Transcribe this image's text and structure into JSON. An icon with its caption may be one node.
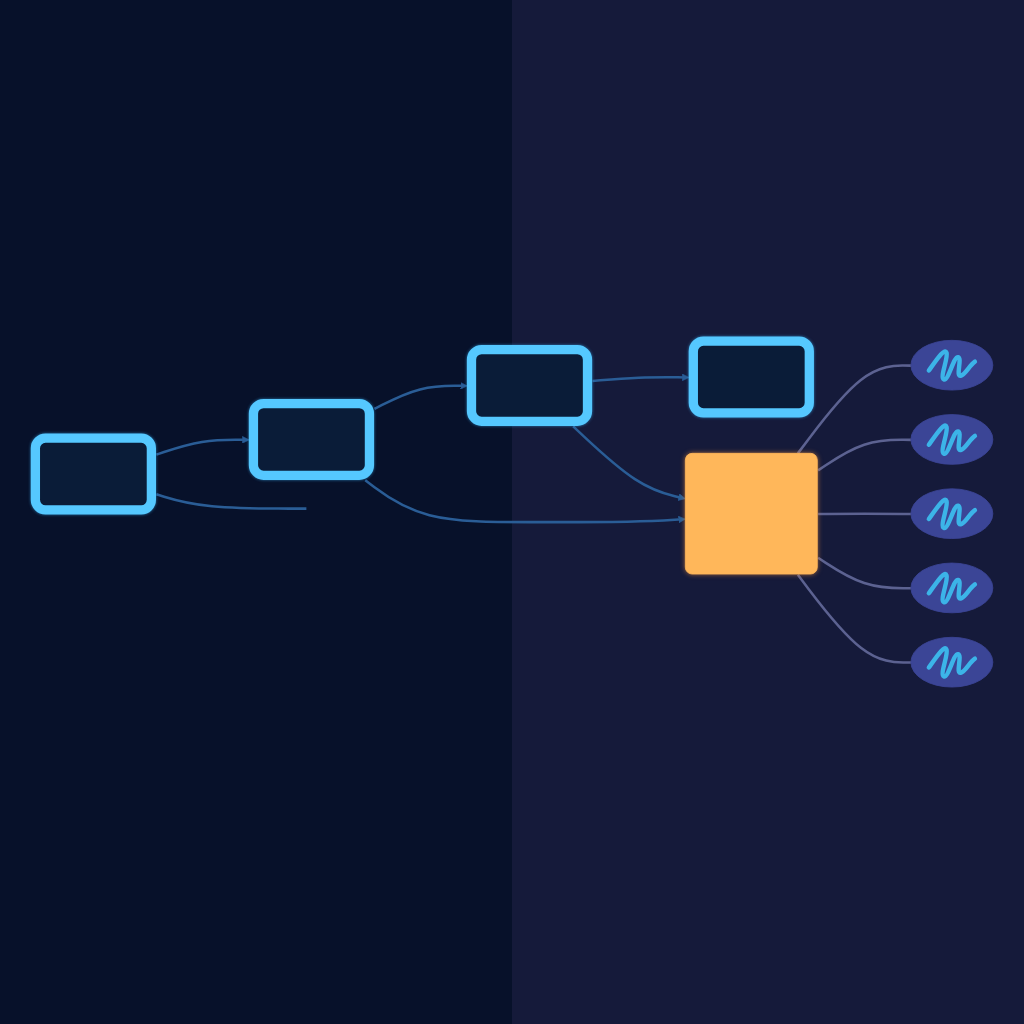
{
  "diagram": {
    "nodes": [
      {
        "text": [],
        "shape": "box"
      },
      {
        "text": [],
        "shape": "box"
      },
      {
        "text": [],
        "shape": "box"
      },
      {
        "text": [],
        "shape": "box"
      },
      {
        "text": [],
        "shape": "box"
      },
      {
        "text": [],
        "shape": "ellipse"
      },
      {
        "text": [],
        "shape": "ellipse"
      },
      {
        "text": [],
        "shape": "ellipse"
      },
      {
        "text": [],
        "shape": "ellipse"
      },
      {
        "text": [],
        "shape": "ellipse"
      }
    ],
    "edges": [
      {
        "from": 0,
        "to": 1,
        "arrow": "to"
      },
      {
        "from": 1,
        "to": 2,
        "arrow": "to"
      },
      {
        "from": 2,
        "to": 3,
        "arrow": "to"
      },
      {
        "from": 0,
        "to": null,
        "arrow": "none"
      },
      {
        "from": 1,
        "to": 4,
        "arrow": "to"
      },
      {
        "from": 2,
        "to": 4,
        "arrow": "to"
      },
      {
        "from": 4,
        "to": 5,
        "arrow": "none",
        "color": "#5c6291"
      },
      {
        "from": 4,
        "to": 6,
        "arrow": "none",
        "color": "#5c6291"
      },
      {
        "from": 4,
        "to": 7,
        "arrow": "none",
        "color": "#5c6291"
      },
      {
        "from": 4,
        "to": 8,
        "arrow": "none",
        "color": "#5c6291"
      },
      {
        "from": 4,
        "to": 9,
        "arrow": "none",
        "color": "#5c6291"
      }
    ]
  }
}
